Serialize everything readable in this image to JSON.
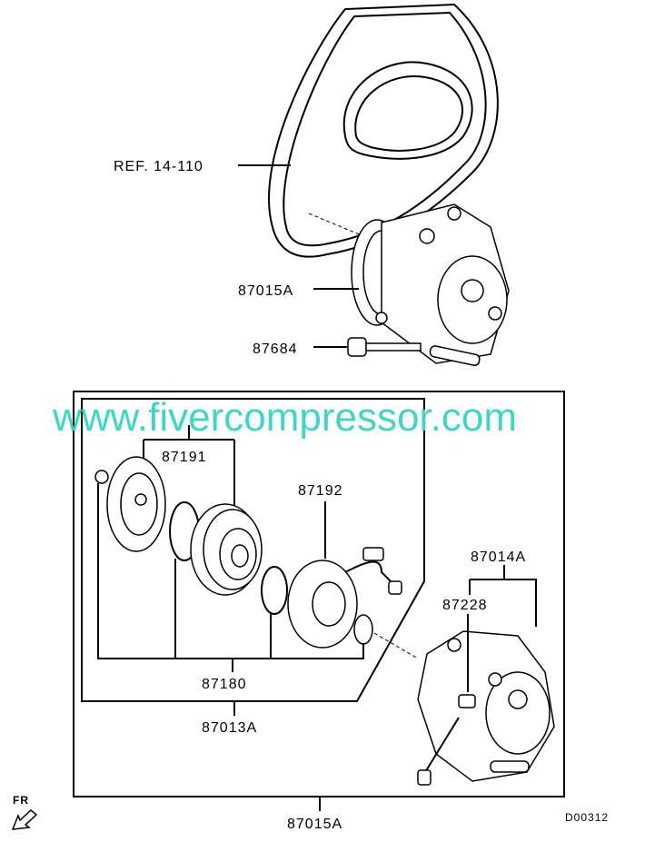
{
  "diagram": {
    "callouts": {
      "belt_ref": "REF. 14-110",
      "compressor_top": "87015A",
      "bolt": "87684",
      "pressure_plate_set": "87191",
      "field_coil": "87192",
      "compressor_body": "87014A",
      "valve": "87228",
      "clutch_kit": "87180",
      "clutch_assembly": "87013A",
      "compressor_assembly": "87015A"
    },
    "front_indicator": "FR",
    "drawing_code": "D00312",
    "watermark": "www.fivercompressor.com",
    "colors": {
      "watermark": "#3fd6c8",
      "line": "#000000"
    }
  }
}
